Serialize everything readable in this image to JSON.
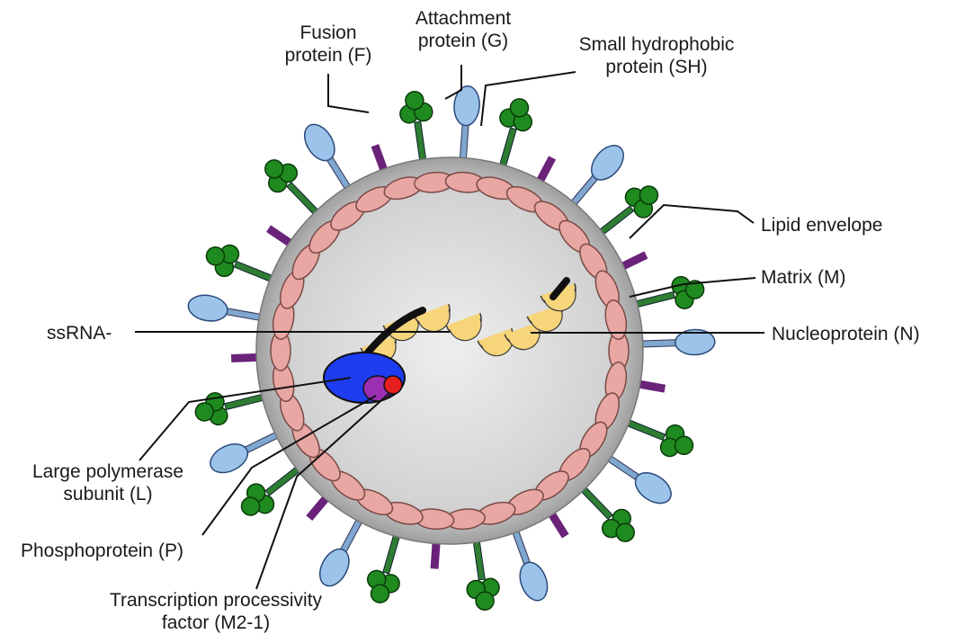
{
  "labels": {
    "fusion_1": "Fusion",
    "fusion_2": "protein (F)",
    "attach_1": "Attachment",
    "attach_2": "protein (G)",
    "sh_1": "Small hydrophobic",
    "sh_2": "protein (SH)",
    "lipid": "Lipid envelope",
    "matrix": "Matrix (M)",
    "nucleo": "Nucleoprotein (N)",
    "ssrna": "ssRNA-",
    "large_1": "Large polymerase",
    "large_2": "subunit (L)",
    "phospho": "Phosphoprotein (P)",
    "trans_1": "Transcription processivity",
    "trans_2": "factor (M2-1)"
  },
  "colors": {
    "envelope": "#b9b9b9",
    "interior": "#dcdcdc",
    "matrix": "#e8a7a2",
    "fusion": "#1f8a1f",
    "fusion_stalk": "#2e7d32",
    "attachment": "#9cc3ea",
    "attachment_stalk": "#7fa7cf",
    "small_hydrophobic": "#6a2379",
    "nucleoprotein": "#f7d57a",
    "rna": "#111111",
    "polymerase_L": "#1e3df0",
    "phosphoprotein_P": "#9b2fb2",
    "m2_1": "#e81f1f"
  }
}
